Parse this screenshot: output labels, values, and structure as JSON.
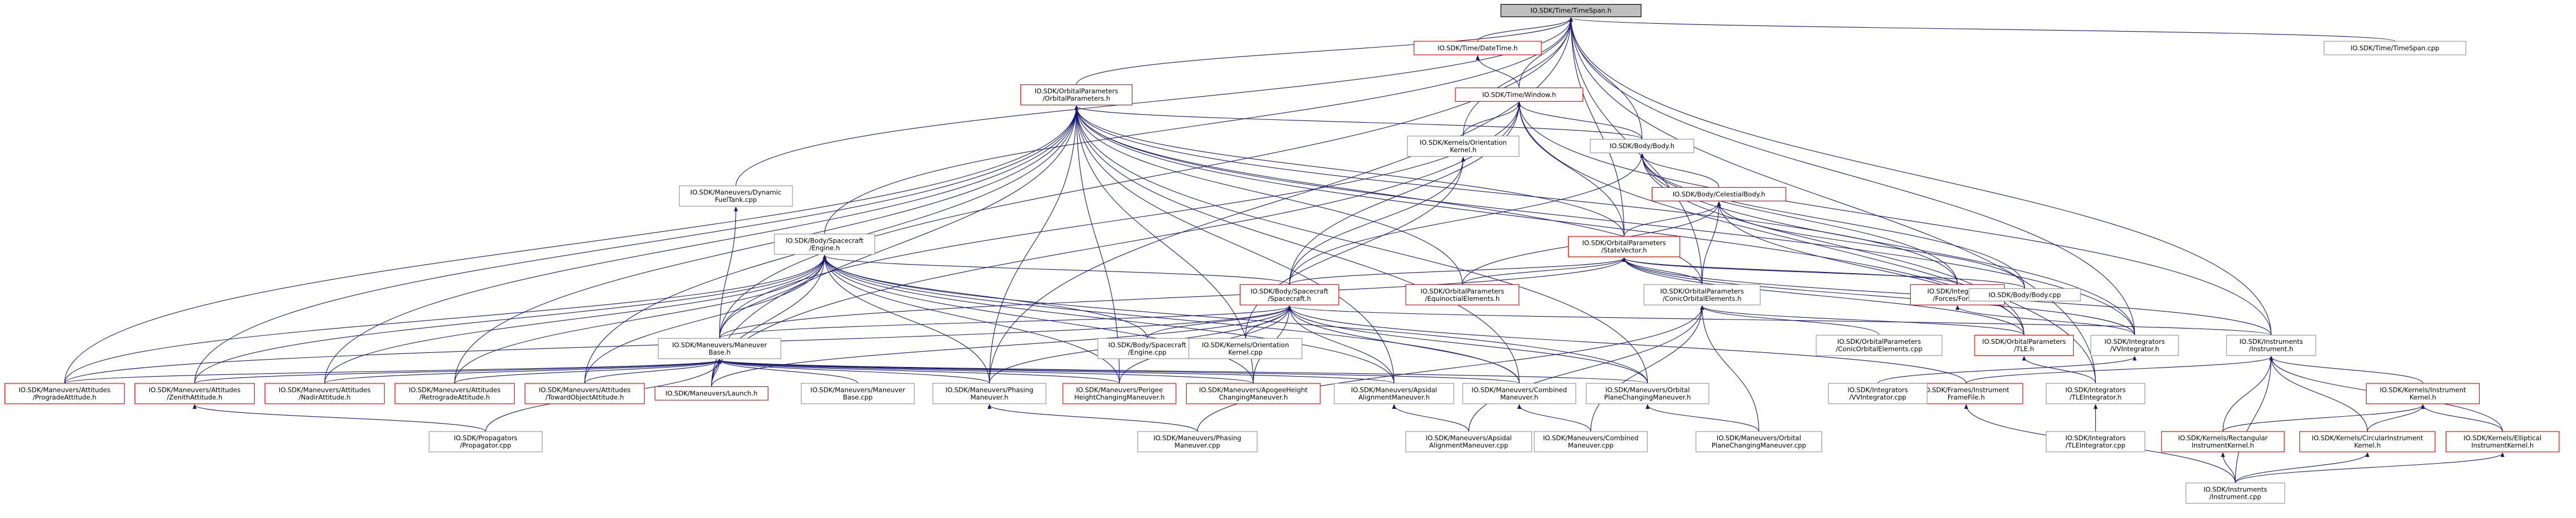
{
  "diagram": {
    "type": "include-dependency-graph",
    "colors": {
      "edge": "#191970",
      "root_fill": "#bfbfbf",
      "node_border": "#999999",
      "missing_node_border": "#ff0000",
      "background": "#ffffff"
    },
    "nodes": [
      {
        "id": "timespan_h",
        "lines": [
          "IO.SDK/Time/TimeSpan.h"
        ],
        "style": "root"
      },
      {
        "id": "datetime_h",
        "lines": [
          "IO.SDK/Time/DateTime.h"
        ],
        "style": "red"
      },
      {
        "id": "timespan_cpp",
        "lines": [
          "IO.SDK/Time/TimeSpan.cpp"
        ],
        "style": "normal"
      },
      {
        "id": "orbitalparams_h",
        "lines": [
          "IO.SDK/OrbitalParameters",
          "/OrbitalParameters.h"
        ],
        "style": "red"
      },
      {
        "id": "window_h",
        "lines": [
          "IO.SDK/Time/Window.h"
        ],
        "style": "red"
      },
      {
        "id": "orientation_kernel_h",
        "lines": [
          "IO.SDK/Kernels/Orientation",
          "Kernel.h"
        ],
        "style": "normal"
      },
      {
        "id": "body_h",
        "lines": [
          "IO.SDK/Body/Body.h"
        ],
        "style": "normal"
      },
      {
        "id": "fueltank_cpp",
        "lines": [
          "IO.SDK/Maneuvers/Dynamic",
          "FuelTank.cpp"
        ],
        "style": "normal"
      },
      {
        "id": "celestialbody_h",
        "lines": [
          "IO.SDK/Body/CelestialBody.h"
        ],
        "style": "red"
      },
      {
        "id": "engine_h",
        "lines": [
          "IO.SDK/Body/Spacecraft",
          "/Engine.h"
        ],
        "style": "normal"
      },
      {
        "id": "statevector_h",
        "lines": [
          "IO.SDK/OrbitalParameters",
          "/StateVector.h"
        ],
        "style": "red"
      },
      {
        "id": "spacecraft_h",
        "lines": [
          "IO.SDK/Body/Spacecraft",
          "/Spacecraft.h"
        ],
        "style": "red"
      },
      {
        "id": "equinoctial_h",
        "lines": [
          "IO.SDK/OrbitalParameters",
          "/EquinoctialElements.h"
        ],
        "style": "red"
      },
      {
        "id": "conic_h",
        "lines": [
          "IO.SDK/OrbitalParameters",
          "/ConicOrbitalElements.h"
        ],
        "style": "normal"
      },
      {
        "id": "force_h",
        "lines": [
          "IO.SDK/Integrators",
          "/Forces/Force.h"
        ],
        "style": "red"
      },
      {
        "id": "body_cpp",
        "lines": [
          "IO.SDK/Body/Body.cpp"
        ],
        "style": "normal"
      },
      {
        "id": "maneuverbase_h",
        "lines": [
          "IO.SDK/Maneuvers/Maneuver",
          "Base.h"
        ],
        "style": "normal"
      },
      {
        "id": "engine_cpp",
        "lines": [
          "IO.SDK/Body/Spacecraft",
          "/Engine.cpp"
        ],
        "style": "normal"
      },
      {
        "id": "orientation_kernel_cpp",
        "lines": [
          "IO.SDK/Kernels/Orientation",
          "Kernel.cpp"
        ],
        "style": "normal"
      },
      {
        "id": "conic_cpp",
        "lines": [
          "IO.SDK/OrbitalParameters",
          "/ConicOrbitalElements.cpp"
        ],
        "style": "normal"
      },
      {
        "id": "tle_h",
        "lines": [
          "IO.SDK/OrbitalParameters",
          "/TLE.h"
        ],
        "style": "red"
      },
      {
        "id": "vvintegrator_h",
        "lines": [
          "IO.SDK/Integrators",
          "/VVIntegrator.h"
        ],
        "style": "normal"
      },
      {
        "id": "instrument_h",
        "lines": [
          "IO.SDK/Instruments",
          "/Instrument.h"
        ],
        "style": "normal"
      },
      {
        "id": "prograde_h",
        "lines": [
          "IO.SDK/Maneuvers/Attitudes",
          "/ProgradeAttitude.h"
        ],
        "style": "red"
      },
      {
        "id": "zenith_h",
        "lines": [
          "IO.SDK/Maneuvers/Attitudes",
          "/ZenithAttitude.h"
        ],
        "style": "red"
      },
      {
        "id": "nadir_h",
        "lines": [
          "IO.SDK/Maneuvers/Attitudes",
          "/NadirAttitude.h"
        ],
        "style": "red"
      },
      {
        "id": "retrograde_h",
        "lines": [
          "IO.SDK/Maneuvers/Attitudes",
          "/RetrogradeAttitude.h"
        ],
        "style": "red"
      },
      {
        "id": "toward_h",
        "lines": [
          "IO.SDK/Maneuvers/Attitudes",
          "/TowardObjectAttitude.h"
        ],
        "style": "red"
      },
      {
        "id": "launch_h",
        "lines": [
          "IO.SDK/Maneuvers/Launch.h"
        ],
        "style": "red"
      },
      {
        "id": "maneuverbase_cpp",
        "lines": [
          "IO.SDK/Maneuvers/Maneuver",
          "Base.cpp"
        ],
        "style": "normal"
      },
      {
        "id": "phasing_h",
        "lines": [
          "IO.SDK/Maneuvers/Phasing",
          "Maneuver.h"
        ],
        "style": "normal"
      },
      {
        "id": "perigee_h",
        "lines": [
          "IO.SDK/Maneuvers/Perigee",
          "HeightChangingManeuver.h"
        ],
        "style": "red"
      },
      {
        "id": "apogee_h",
        "lines": [
          "IO.SDK/Maneuvers/ApogeeHeight",
          "ChangingManeuver.h"
        ],
        "style": "red"
      },
      {
        "id": "apsidal_h",
        "lines": [
          "IO.SDK/Maneuvers/Apsidal",
          "AlignmentManeuver.h"
        ],
        "style": "normal"
      },
      {
        "id": "combined_h",
        "lines": [
          "IO.SDK/Maneuvers/Combined",
          "Maneuver.h"
        ],
        "style": "normal"
      },
      {
        "id": "orbitalplane_h",
        "lines": [
          "IO.SDK/Maneuvers/Orbital",
          "PlaneChangingManeuver.h"
        ],
        "style": "normal"
      },
      {
        "id": "instrumentframe_h",
        "lines": [
          "IO.SDK/Frames/Instrument",
          "FrameFile.h"
        ],
        "style": "red"
      },
      {
        "id": "vvintegrator_cpp",
        "lines": [
          "IO.SDK/Integrators",
          "/VVIntegrator.cpp"
        ],
        "style": "normal"
      },
      {
        "id": "tleintegrator_h",
        "lines": [
          "IO.SDK/Integrators",
          "/TLEIntegrator.h"
        ],
        "style": "normal"
      },
      {
        "id": "instrumentkernel_h",
        "lines": [
          "IO.SDK/Kernels/Instrument",
          "Kernel.h"
        ],
        "style": "red"
      },
      {
        "id": "propagator_cpp",
        "lines": [
          "IO.SDK/Propagators",
          "/Propagator.cpp"
        ],
        "style": "normal"
      },
      {
        "id": "phasing_cpp",
        "lines": [
          "IO.SDK/Maneuvers/Phasing",
          "Maneuver.cpp"
        ],
        "style": "normal"
      },
      {
        "id": "apsidal_cpp",
        "lines": [
          "IO.SDK/Maneuvers/Apsidal",
          "AlignmentManeuver.cpp"
        ],
        "style": "normal"
      },
      {
        "id": "combined_cpp",
        "lines": [
          "IO.SDK/Maneuvers/Combined",
          "Maneuver.cpp"
        ],
        "style": "normal"
      },
      {
        "id": "orbitalplane_cpp",
        "lines": [
          "IO.SDK/Maneuvers/Orbital",
          "PlaneChangingManeuver.cpp"
        ],
        "style": "normal"
      },
      {
        "id": "tleintegrator_cpp",
        "lines": [
          "IO.SDK/Integrators",
          "/TLEIntegrator.cpp"
        ],
        "style": "normal"
      },
      {
        "id": "rectangular_h",
        "lines": [
          "IO.SDK/Kernels/Rectangular",
          "InstrumentKernel.h"
        ],
        "style": "red"
      },
      {
        "id": "circular_h",
        "lines": [
          "IO.SDK/Kernels/CircularInstrument",
          "Kernel.h"
        ],
        "style": "red"
      },
      {
        "id": "elliptical_h",
        "lines": [
          "IO.SDK/Kernels/Elliptical",
          "InstrumentKernel.h"
        ],
        "style": "red"
      },
      {
        "id": "instrument_cpp",
        "lines": [
          "IO.SDK/Instruments",
          "/Instrument.cpp"
        ],
        "style": "normal"
      }
    ],
    "edges": [
      [
        "datetime_h",
        "timespan_h"
      ],
      [
        "timespan_cpp",
        "timespan_h"
      ],
      [
        "orbitalparams_h",
        "timespan_h"
      ],
      [
        "window_h",
        "timespan_h"
      ],
      [
        "window_h",
        "datetime_h"
      ],
      [
        "orientation_kernel_h",
        "timespan_h"
      ],
      [
        "body_h",
        "timespan_h"
      ],
      [
        "fueltank_cpp",
        "timespan_h"
      ],
      [
        "engine_h",
        "timespan_h"
      ],
      [
        "statevector_h",
        "timespan_h"
      ],
      [
        "maneuverbase_h",
        "timespan_h"
      ],
      [
        "vvintegrator_h",
        "timespan_h"
      ],
      [
        "instrument_h",
        "timespan_h"
      ],
      [
        "tleintegrator_h",
        "timespan_h"
      ],
      [
        "phasing_h",
        "timespan_h"
      ],
      [
        "conic_h",
        "timespan_h"
      ],
      [
        "orientation_kernel_h",
        "window_h"
      ],
      [
        "body_h",
        "window_h"
      ],
      [
        "statevector_h",
        "window_h"
      ],
      [
        "spacecraft_h",
        "window_h"
      ],
      [
        "maneuverbase_h",
        "window_h"
      ],
      [
        "instrument_h",
        "window_h"
      ],
      [
        "launch_h",
        "window_h"
      ],
      [
        "tleintegrator_h",
        "window_h"
      ],
      [
        "body_h",
        "orbitalparams_h"
      ],
      [
        "statevector_h",
        "orbitalparams_h"
      ],
      [
        "equinoctial_h",
        "orbitalparams_h"
      ],
      [
        "conic_h",
        "orbitalparams_h"
      ],
      [
        "tle_h",
        "orbitalparams_h"
      ],
      [
        "prograde_h",
        "orbitalparams_h"
      ],
      [
        "zenith_h",
        "orbitalparams_h"
      ],
      [
        "nadir_h",
        "orbitalparams_h"
      ],
      [
        "retrograde_h",
        "orbitalparams_h"
      ],
      [
        "toward_h",
        "orbitalparams_h"
      ],
      [
        "launch_h",
        "orbitalparams_h"
      ],
      [
        "phasing_h",
        "orbitalparams_h"
      ],
      [
        "perigee_h",
        "orbitalparams_h"
      ],
      [
        "apogee_h",
        "orbitalparams_h"
      ],
      [
        "apsidal_h",
        "orbitalparams_h"
      ],
      [
        "combined_h",
        "orbitalparams_h"
      ],
      [
        "orbitalplane_h",
        "orbitalparams_h"
      ],
      [
        "force_h",
        "orbitalparams_h"
      ],
      [
        "vvintegrator_h",
        "orbitalparams_h"
      ],
      [
        "spacecraft_h",
        "orientation_kernel_h"
      ],
      [
        "orientation_kernel_cpp",
        "orientation_kernel_h"
      ],
      [
        "celestialbody_h",
        "body_h"
      ],
      [
        "spacecraft_h",
        "body_h"
      ],
      [
        "body_cpp",
        "body_h"
      ],
      [
        "force_h",
        "body_h"
      ],
      [
        "vvintegrator_h",
        "body_h"
      ],
      [
        "tle_h",
        "body_h"
      ],
      [
        "statevector_h",
        "celestialbody_h"
      ],
      [
        "conic_h",
        "celestialbody_h"
      ],
      [
        "tle_h",
        "celestialbody_h"
      ],
      [
        "body_cpp",
        "celestialbody_h"
      ],
      [
        "equinoctial_h",
        "celestialbody_h"
      ],
      [
        "maneuverbase_h",
        "fueltank_cpp"
      ],
      [
        "spacecraft_h",
        "engine_h"
      ],
      [
        "maneuverbase_h",
        "engine_h"
      ],
      [
        "engine_cpp",
        "engine_h"
      ],
      [
        "prograde_h",
        "engine_h"
      ],
      [
        "zenith_h",
        "engine_h"
      ],
      [
        "nadir_h",
        "engine_h"
      ],
      [
        "retrograde_h",
        "engine_h"
      ],
      [
        "toward_h",
        "engine_h"
      ],
      [
        "launch_h",
        "engine_h"
      ],
      [
        "phasing_h",
        "engine_h"
      ],
      [
        "perigee_h",
        "engine_h"
      ],
      [
        "apogee_h",
        "engine_h"
      ],
      [
        "apsidal_h",
        "engine_h"
      ],
      [
        "combined_h",
        "engine_h"
      ],
      [
        "orbitalplane_h",
        "engine_h"
      ],
      [
        "spacecraft_h",
        "statevector_h"
      ],
      [
        "equinoctial_h",
        "statevector_h"
      ],
      [
        "conic_h",
        "statevector_h"
      ],
      [
        "force_h",
        "statevector_h"
      ],
      [
        "tle_h",
        "statevector_h"
      ],
      [
        "vvintegrator_h",
        "statevector_h"
      ],
      [
        "instrument_h",
        "statevector_h"
      ],
      [
        "maneuverbase_h",
        "statevector_h"
      ],
      [
        "body_cpp",
        "statevector_h"
      ],
      [
        "maneuverbase_h",
        "spacecraft_h"
      ],
      [
        "engine_cpp",
        "spacecraft_h"
      ],
      [
        "orientation_kernel_cpp",
        "spacecraft_h"
      ],
      [
        "instrument_h",
        "spacecraft_h"
      ],
      [
        "prograde_h",
        "spacecraft_h"
      ],
      [
        "launch_h",
        "spacecraft_h"
      ],
      [
        "phasing_h",
        "spacecraft_h"
      ],
      [
        "perigee_h",
        "spacecraft_h"
      ],
      [
        "apogee_h",
        "spacecraft_h"
      ],
      [
        "apsidal_h",
        "spacecraft_h"
      ],
      [
        "combined_h",
        "spacecraft_h"
      ],
      [
        "orbitalplane_h",
        "spacecraft_h"
      ],
      [
        "instrumentframe_h",
        "spacecraft_h"
      ],
      [
        "conic_cpp",
        "conic_h"
      ],
      [
        "phasing_cpp",
        "conic_h"
      ],
      [
        "apsidal_cpp",
        "conic_h"
      ],
      [
        "combined_cpp",
        "conic_h"
      ],
      [
        "orbitalplane_cpp",
        "conic_h"
      ],
      [
        "tle_h",
        "conic_h"
      ],
      [
        "vvintegrator_h",
        "force_h"
      ],
      [
        "prograde_h",
        "maneuverbase_h"
      ],
      [
        "zenith_h",
        "maneuverbase_h"
      ],
      [
        "nadir_h",
        "maneuverbase_h"
      ],
      [
        "retrograde_h",
        "maneuverbase_h"
      ],
      [
        "toward_h",
        "maneuverbase_h"
      ],
      [
        "launch_h",
        "maneuverbase_h"
      ],
      [
        "maneuverbase_cpp",
        "maneuverbase_h"
      ],
      [
        "phasing_h",
        "maneuverbase_h"
      ],
      [
        "perigee_h",
        "maneuverbase_h"
      ],
      [
        "apogee_h",
        "maneuverbase_h"
      ],
      [
        "apsidal_h",
        "maneuverbase_h"
      ],
      [
        "combined_h",
        "maneuverbase_h"
      ],
      [
        "orbitalplane_h",
        "maneuverbase_h"
      ],
      [
        "propagator_cpp",
        "maneuverbase_h"
      ],
      [
        "tleintegrator_h",
        "tle_h"
      ],
      [
        "vvintegrator_cpp",
        "vvintegrator_h"
      ],
      [
        "instrumentframe_h",
        "instrument_h"
      ],
      [
        "instrumentkernel_h",
        "instrument_h"
      ],
      [
        "rectangular_h",
        "instrument_h"
      ],
      [
        "circular_h",
        "instrument_h"
      ],
      [
        "elliptical_h",
        "instrument_h"
      ],
      [
        "instrument_cpp",
        "instrument_h"
      ],
      [
        "propagator_cpp",
        "zenith_h"
      ],
      [
        "phasing_cpp",
        "phasing_h"
      ],
      [
        "apsidal_cpp",
        "apsidal_h"
      ],
      [
        "combined_cpp",
        "combined_h"
      ],
      [
        "orbitalplane_cpp",
        "orbitalplane_h"
      ],
      [
        "tleintegrator_cpp",
        "tleintegrator_h"
      ],
      [
        "instrument_cpp",
        "instrumentframe_h"
      ],
      [
        "rectangular_h",
        "instrumentkernel_h"
      ],
      [
        "circular_h",
        "instrumentkernel_h"
      ],
      [
        "elliptical_h",
        "instrumentkernel_h"
      ],
      [
        "instrument_cpp",
        "rectangular_h"
      ],
      [
        "instrument_cpp",
        "circular_h"
      ],
      [
        "instrument_cpp",
        "elliptical_h"
      ]
    ]
  }
}
